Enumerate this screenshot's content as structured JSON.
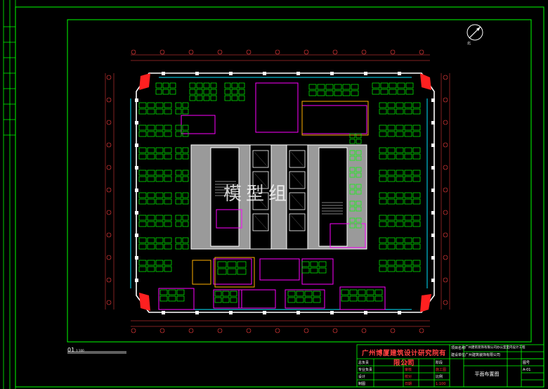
{
  "drawing": {
    "title": "平面布置图",
    "company": "广州博厦建筑设计研究院有限公司",
    "watermark": "模型组",
    "north_label": "北",
    "view_label": "01",
    "view_scale": "1:100"
  },
  "title_block": {
    "project_label": "项目名称",
    "project_name": "广州建筑装饰有限公司办公室室内设计工程",
    "client_label": "建设单位",
    "client_name": "广州建筑装饰有限公司",
    "sheet_no_label": "图号",
    "sheet_no": "A-01",
    "rows": [
      {
        "label": "总负责",
        "value": "审定"
      },
      {
        "label": "专业负责",
        "value": "审核"
      },
      {
        "label": "设计",
        "value": "校对"
      },
      {
        "label": "制图",
        "value": "日期"
      }
    ],
    "stage_label": "阶段",
    "stage_value": "施工图",
    "scale_label": "比例",
    "scale_value": "1:100"
  },
  "colors": {
    "background": "#000000",
    "frame": "#00ff00",
    "walls": "#ffffff",
    "furniture": "#00ff00",
    "glass": "#00e5ff",
    "rooms": "#ff00ff",
    "dimensions": "#ff4040",
    "grid": "#ff4040",
    "core": "#bfbfbf",
    "accent_yellow": "#ffff00"
  },
  "icons": [
    "north-arrow-icon"
  ]
}
